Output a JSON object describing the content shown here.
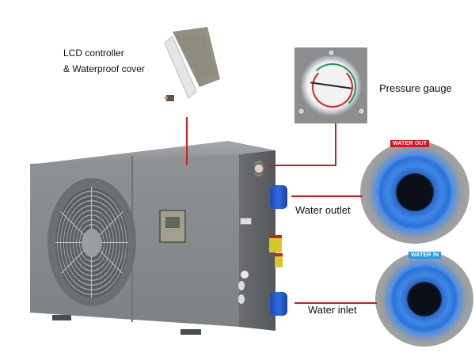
{
  "figure": {
    "subject": "Pool heat pump unit with labeled components",
    "accent_color": "#d9141e",
    "callouts": [
      {
        "id": "lcd",
        "label_line1": "LCD controller",
        "label_line2": "& Waterproof cover"
      },
      {
        "id": "gauge",
        "label": "Pressure gauge"
      },
      {
        "id": "outlet",
        "label": "Water outlet",
        "badge": "WATER OUT",
        "badge_color": "#d9141e"
      },
      {
        "id": "inlet",
        "label": "Water inlet",
        "badge": "WATER IN",
        "badge_color": "#2a9ae0"
      }
    ]
  }
}
